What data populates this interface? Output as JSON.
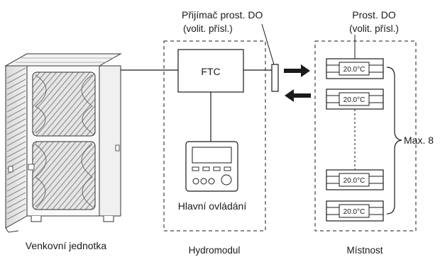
{
  "labels": {
    "outdoor_unit": "Venkovní jednotka",
    "hydromodule": "Hydromodul",
    "room": "Místnost",
    "ftc": "FTC",
    "main_controller": "Hlavní ovládání",
    "receiver_line1": "Přijímač prost. DO",
    "receiver_line2": "(volit. přísl.)",
    "remote_line1": "Prost. DO",
    "remote_line2": "(volit. přísl.)",
    "max_count": "Max. 8"
  },
  "thermostats": [
    {
      "reading": "20.0°C"
    },
    {
      "reading": "20.0°C"
    },
    {
      "reading": "20.0°C"
    },
    {
      "reading": "20.0°C"
    }
  ]
}
